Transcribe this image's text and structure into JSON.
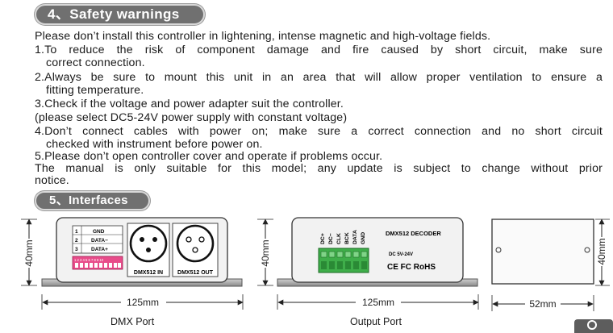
{
  "sections": {
    "safety_title": "4、Safety warnings",
    "interfaces_title": "5、Interfaces"
  },
  "safety": {
    "lines": [
      "Please don’t install this controller in lightening, intense magnetic and high-voltage fields.",
      "1.To reduce the risk of component damage and fire caused by short circuit, make sure",
      "correct connection.",
      "2.Always be sure to mount this unit in an area that will allow proper ventilation to ensure a",
      "fitting temperature.",
      "3.Check if the voltage and power adapter suit the controller.",
      "(please select DC5-24V power supply with constant voltage)",
      "4.Don’t connect cables with power on; make sure a correct connection and no short circuit",
      "checked with instrument before power on.",
      "5.Please don’t open controller cover and operate if problems occur.",
      "The manual is only suitable for this model; any update is subject to change without prior",
      "notice."
    ]
  },
  "dmx_port": {
    "caption": "DMX Port",
    "height_dim": "40mm",
    "width_dim": "125mm",
    "terminals": [
      {
        "num": "1",
        "label": "GND"
      },
      {
        "num": "2",
        "label": "DATA−"
      },
      {
        "num": "3",
        "label": "DATA+"
      }
    ],
    "dip_numbers": "1 2 3 4 5 6 7 8 9 10",
    "xlr_in_label": "DMX512 IN",
    "xlr_out_label": "DMX512 OUT"
  },
  "output_port": {
    "caption": "Output Port",
    "height_dim": "40mm",
    "width_dim": "125mm",
    "pins": [
      "DC+",
      "DC−",
      "CLK",
      "BCK",
      "DATA",
      "GND"
    ],
    "decoder_label": "DMX512  DECODER",
    "voltage_label": "DC 5V-24V",
    "cert_label": "CE FC RoHS"
  },
  "side_view": {
    "height_dim": "40mm",
    "width_dim": "52mm"
  }
}
